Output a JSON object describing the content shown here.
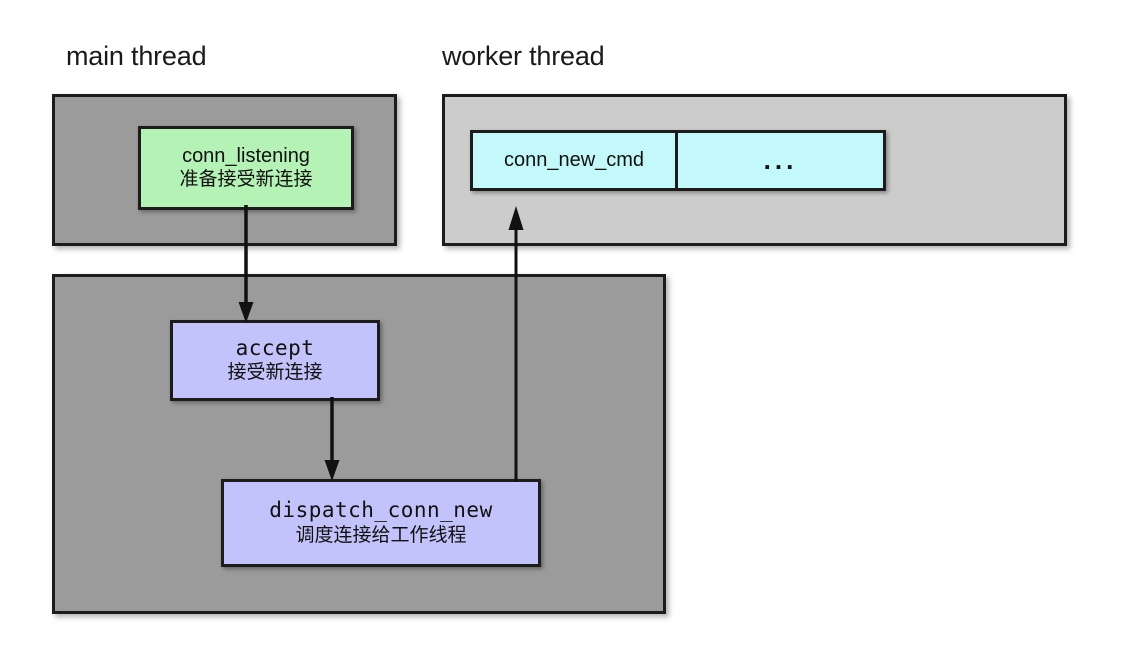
{
  "diagram": {
    "title_main_thread": "main thread",
    "title_worker_thread": "worker thread",
    "colors": {
      "main_panel": "#9b9b9b",
      "worker_panel": "#cccccc",
      "state_box": "#b5f2b5",
      "function_box": "#c3c3fb",
      "queue_cell": "#c4f9fb",
      "border": "#1c1c1c",
      "background": "#ffffff"
    }
  },
  "main_thread": {
    "conn_listening": {
      "code": "conn_listening",
      "description": "准备接受新连接"
    },
    "accept": {
      "code": "accept",
      "description": "接受新连接"
    },
    "dispatch_conn_new": {
      "code": "dispatch_conn_new",
      "description": "调度连接给工作线程"
    }
  },
  "worker_thread": {
    "queue": {
      "cells": [
        {
          "label": "conn_new_cmd"
        },
        {
          "label": "..."
        }
      ]
    }
  },
  "arrows": [
    {
      "name": "conn-listening-to-accept",
      "from": "conn_listening",
      "to": "accept",
      "direction": "down"
    },
    {
      "name": "accept-to-dispatch-conn-new",
      "from": "accept",
      "to": "dispatch_conn_new",
      "direction": "down"
    },
    {
      "name": "dispatch-conn-new-to-queue",
      "from": "dispatch_conn_new",
      "to": "conn_new_cmd",
      "direction": "up"
    }
  ]
}
